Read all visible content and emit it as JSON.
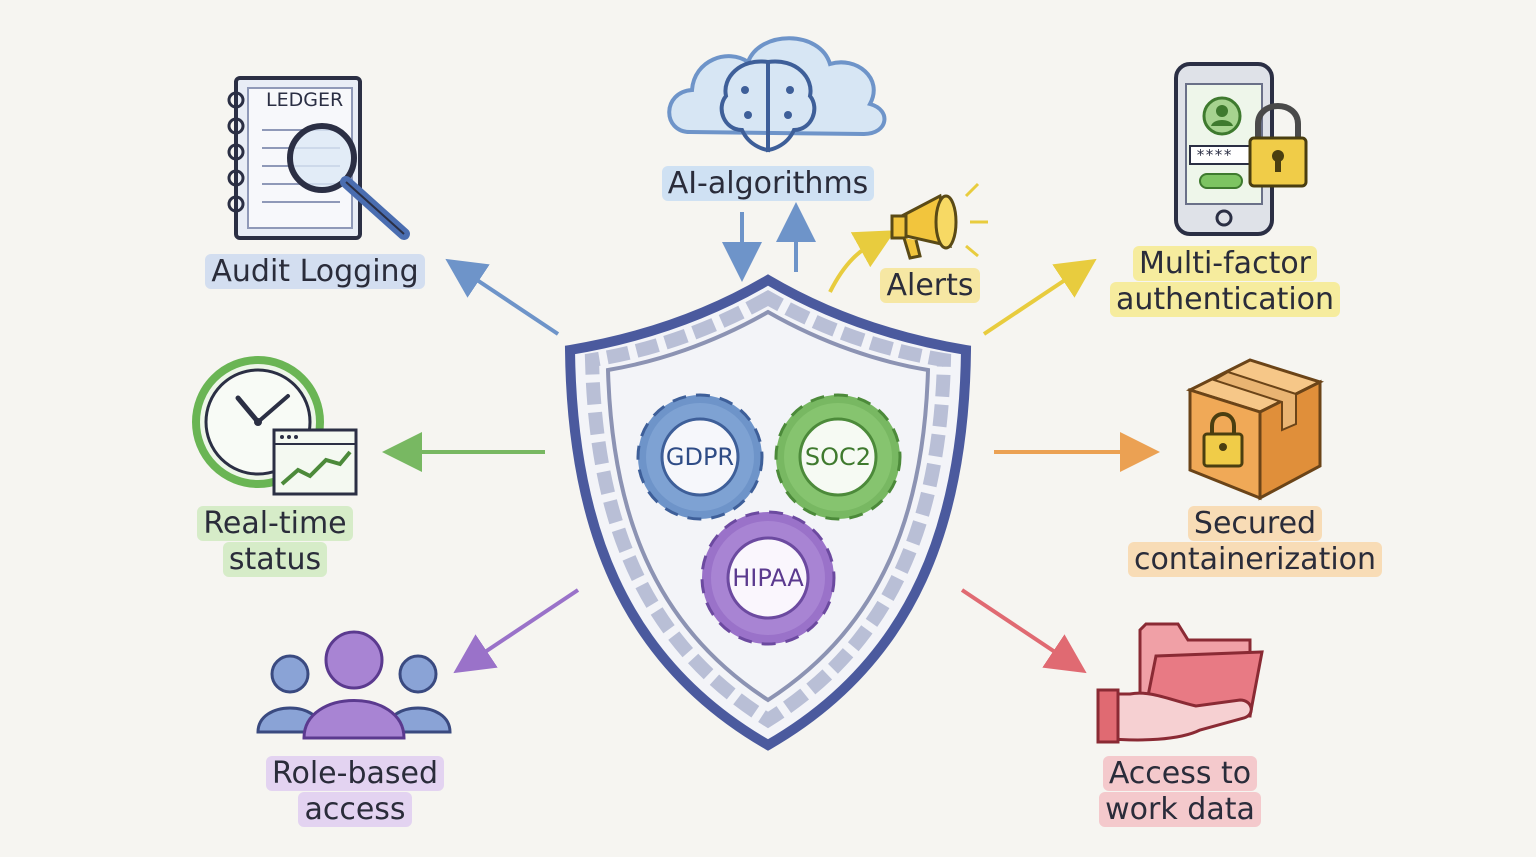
{
  "center": {
    "gears": [
      "GDPR",
      "SOC2",
      "HIPAA"
    ]
  },
  "nodes": {
    "ai": "AI-algorithms",
    "alerts": "Alerts",
    "audit": "Audit Logging",
    "mfa_line1": "Multi-factor",
    "mfa_line2": "authentication",
    "realtime_line1": "Real-time",
    "realtime_line2": "status",
    "container_line1": "Secured",
    "container_line2": "containerization",
    "role_line1": "Role-based",
    "role_line2": "access",
    "access_line1": "Access to",
    "access_line2": "work data"
  },
  "icon_text": {
    "ledger": "LEDGER",
    "password": "****"
  },
  "colors": {
    "blue": "#6e94c9",
    "green": "#78b862",
    "purple": "#9a72c9",
    "yellow": "#e8cc3e",
    "orange": "#eba153",
    "red": "#e06a72",
    "shield": "#4b5a9e"
  }
}
